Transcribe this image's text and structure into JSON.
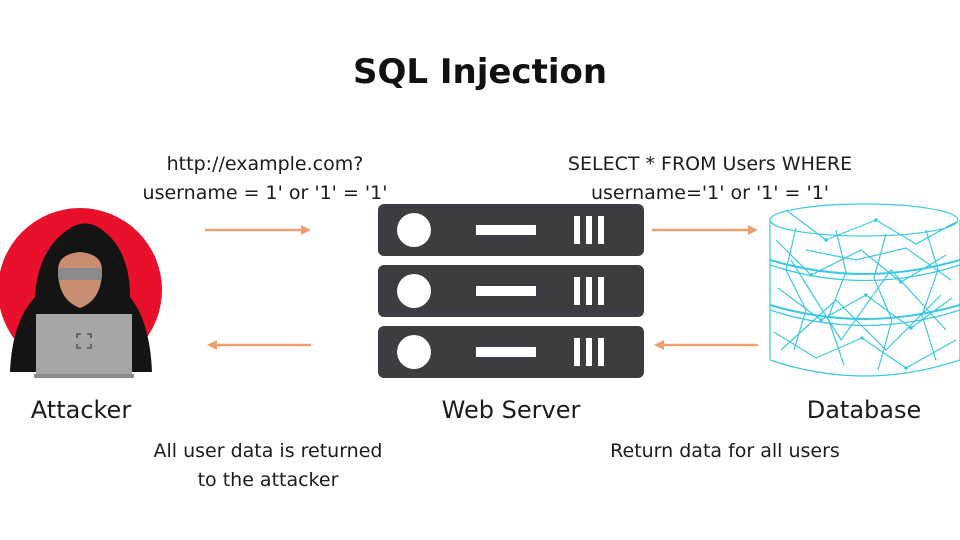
{
  "diagram": {
    "title": "SQL Injection",
    "request_url_line1": "http://example.com?",
    "request_url_line2": "username = 1' or '1' = '1'",
    "query_line1": "SELECT * FROM Users WHERE",
    "query_line2": "username='1' or '1' = '1'",
    "nodes": {
      "attacker": "Attacker",
      "server": "Web Server",
      "database": "Database"
    },
    "response_attacker_line1": "All user data is returned",
    "response_attacker_line2": "to the attacker",
    "response_db": "Return data for all users"
  },
  "colors": {
    "arrow": "#f0a070",
    "server": "#3a3d42",
    "attacker_circle": "#e8102a",
    "database_lines": "#3cc8e0"
  },
  "icons": {
    "attacker": "hooded-hacker-icon",
    "server": "server-rack-icon",
    "database": "database-icon"
  }
}
